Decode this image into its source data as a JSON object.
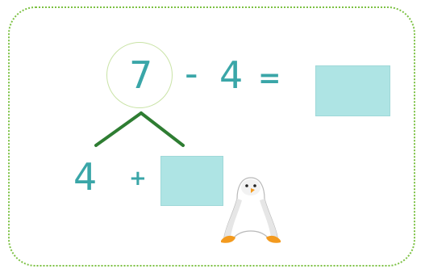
{
  "equation": {
    "minuend": "7",
    "minus_sign": "-",
    "subtrahend": "4",
    "equals_sign": "="
  },
  "decomposition": {
    "left_part": "4",
    "plus_sign": "+"
  },
  "colors": {
    "number_teal": "#3aa6a8",
    "answer_box_fill": "#aee4e4",
    "frame_dotted_green": "#7cc143",
    "split_line_green": "#2e7d32",
    "circle_outline": "#c9e3a6"
  },
  "icons": {
    "mascot": "penguin-icon"
  }
}
